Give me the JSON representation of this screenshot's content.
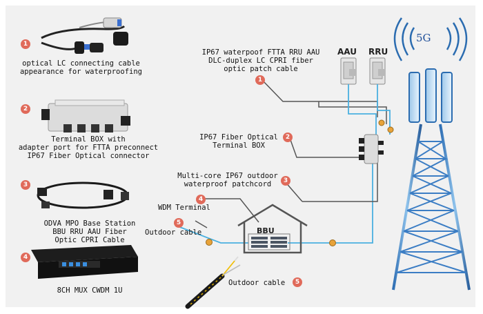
{
  "left_panel": {
    "items": [
      {
        "num": "1",
        "caption": "optical LC connecting cable\nappearance for waterproofing"
      },
      {
        "num": "2",
        "caption": "Terminal BOX with\nadapter port for FTTA preconnect\nIP67 Fiber Optical connector"
      },
      {
        "num": "3",
        "caption": "ODVA MPO Base Station\nBBU RRU AAU Fiber\nOptic CPRI Cable"
      },
      {
        "num": "4",
        "caption": "8CH MUX CWDM 1U"
      }
    ]
  },
  "diagram": {
    "tower_label": "5G",
    "aau_label": "AAU",
    "rru_label": "RRU",
    "bbu_label": "BBU",
    "callouts": [
      {
        "num": "1",
        "text": "IP67 waterpoof FTTA RRU AAU\nDLC-duplex LC CPRI fiber\noptic patch cable"
      },
      {
        "num": "2",
        "text": "IP67 Fiber Optical\nTerminal BOX"
      },
      {
        "num": "3",
        "text": "Multi-core IP67 outdoor\nwaterproof patchcord"
      },
      {
        "num": "4",
        "text": "WDM Terminal"
      },
      {
        "num": "5",
        "text": "Outdoor cable"
      },
      {
        "num": "5",
        "text": "Outdoor cable"
      }
    ]
  },
  "colors": {
    "badge": "#e06a5a",
    "fiber": "#4ab0e0",
    "tower": "#2b6cb0"
  }
}
